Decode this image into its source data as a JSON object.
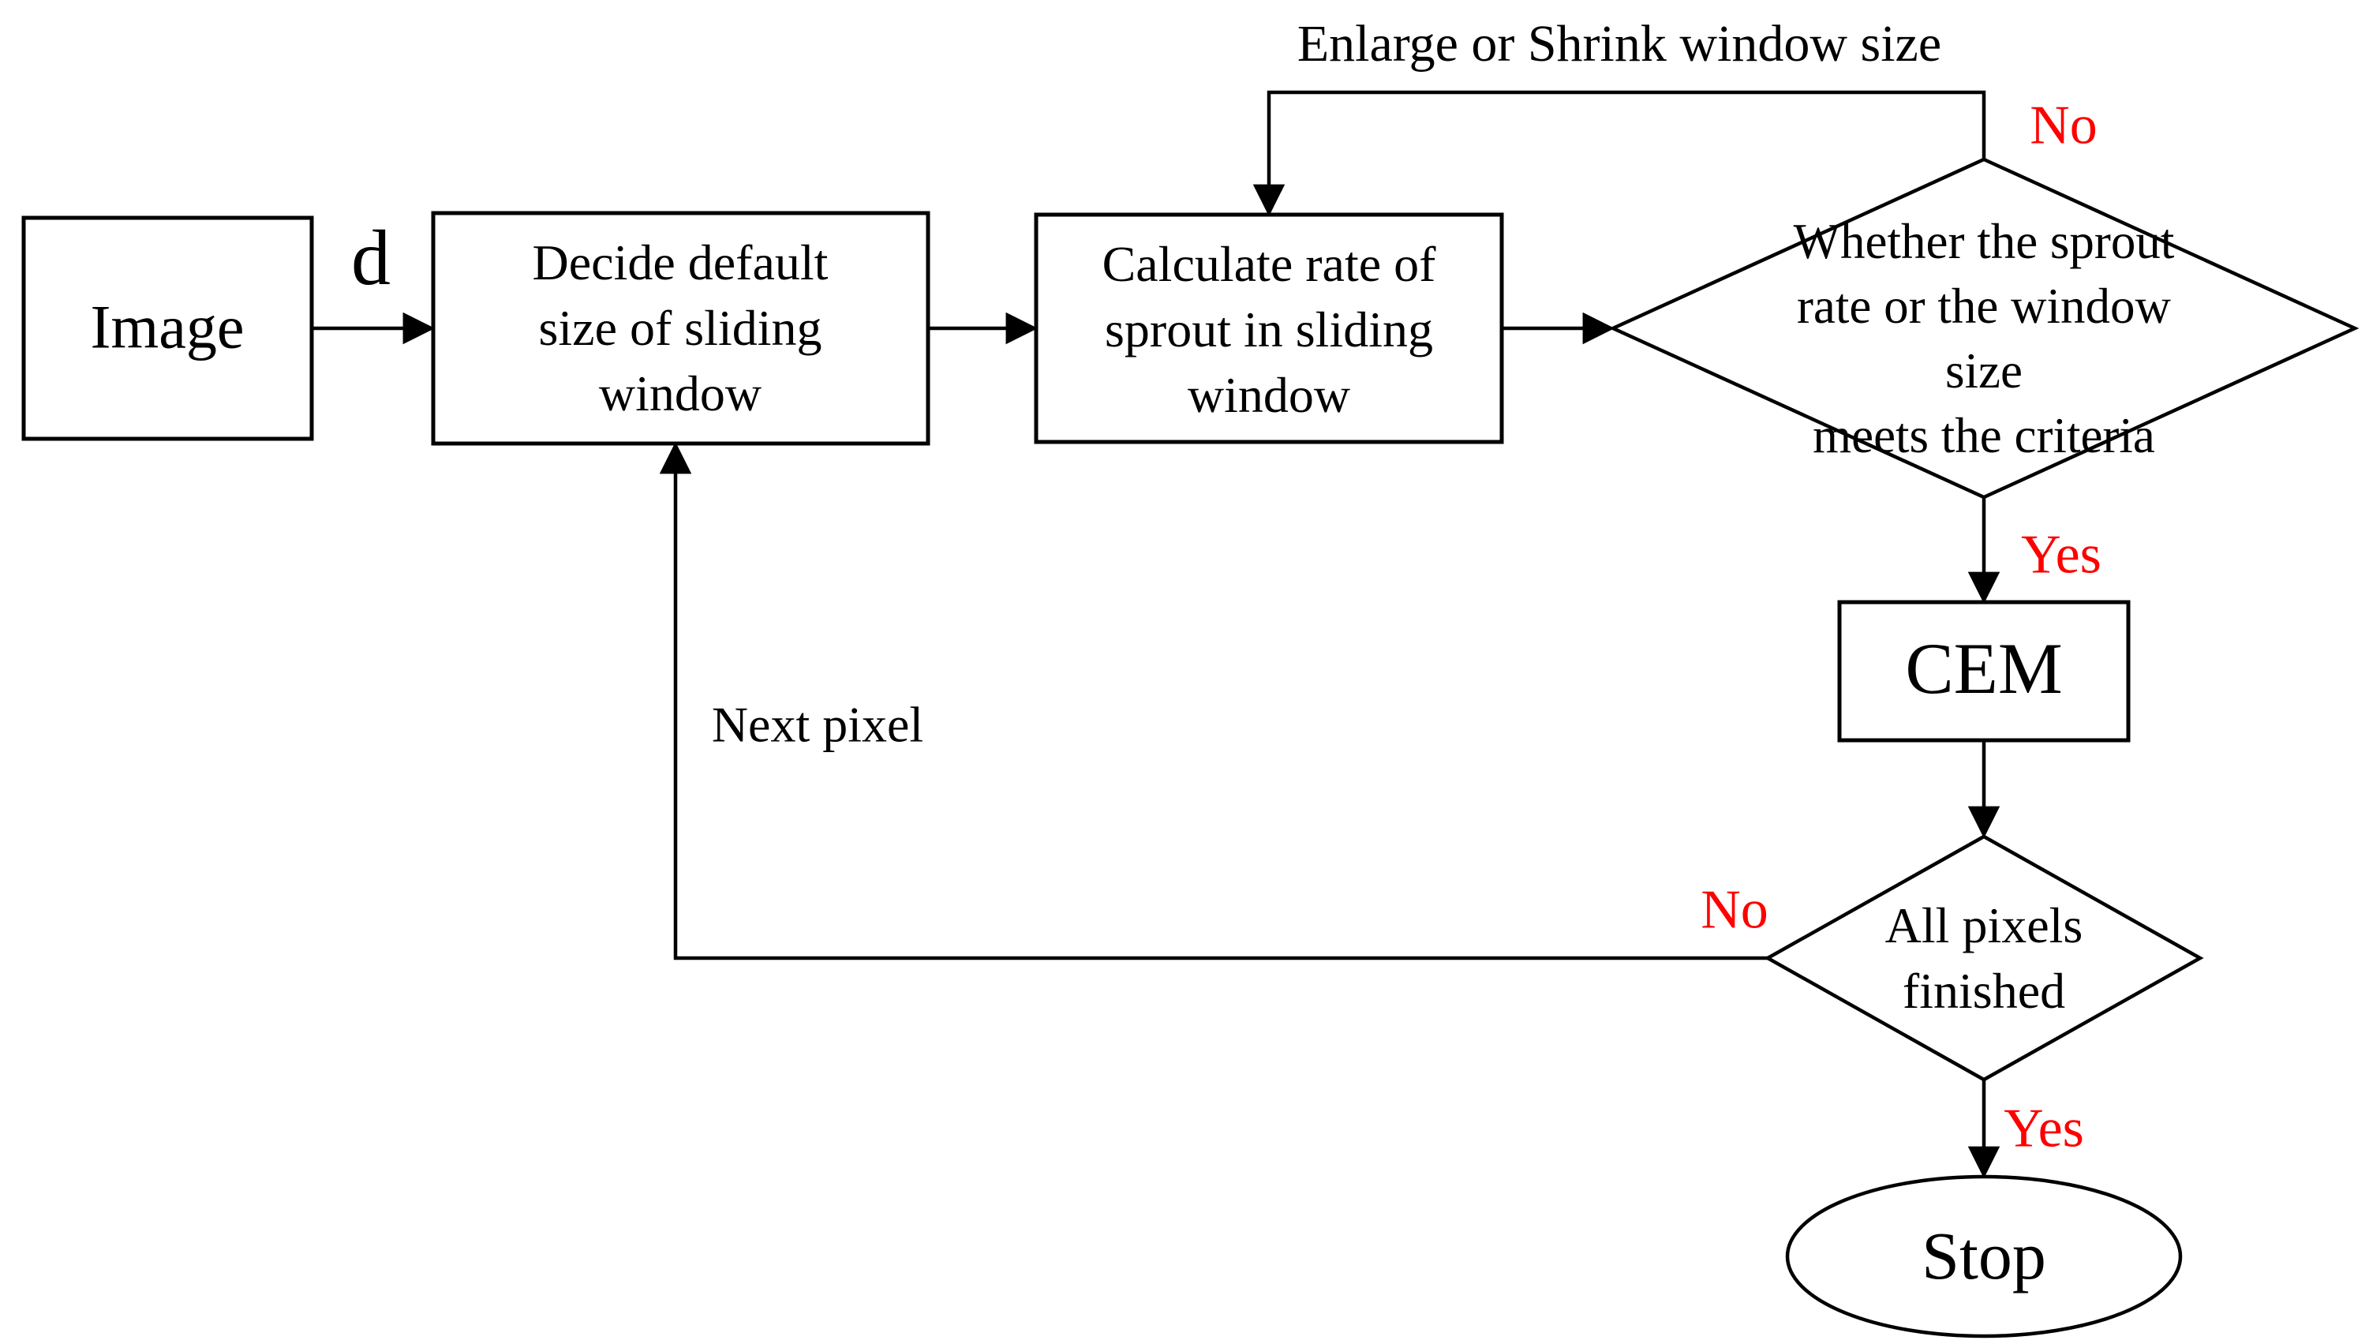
{
  "diagram": {
    "title": "Sliding-window sprout-rate CEM flowchart",
    "nodes": {
      "image": {
        "label": "Image"
      },
      "decide": {
        "label": "Decide default\nsize of sliding\nwindow"
      },
      "calculate": {
        "label": "Calculate rate of\nsprout in sliding\nwindow"
      },
      "criteria": {
        "label": "Whether the sprout\nrate or the window size\nmeets the criteria"
      },
      "cem": {
        "label": "CEM"
      },
      "all_pixels": {
        "label": "All pixels\nfinished"
      },
      "stop": {
        "label": "Stop"
      }
    },
    "edge_labels": {
      "d": "d",
      "enlarge_or_shrink": "Enlarge or Shrink window size",
      "criteria_no": "No",
      "criteria_yes": "Yes",
      "all_pixels_no": "No",
      "all_pixels_yes": "Yes",
      "next_pixel": "Next pixel"
    },
    "colors": {
      "flow_line": "#000000",
      "node_text": "#000000",
      "branch_label": "#ff0000",
      "background": "#ffffff"
    }
  }
}
